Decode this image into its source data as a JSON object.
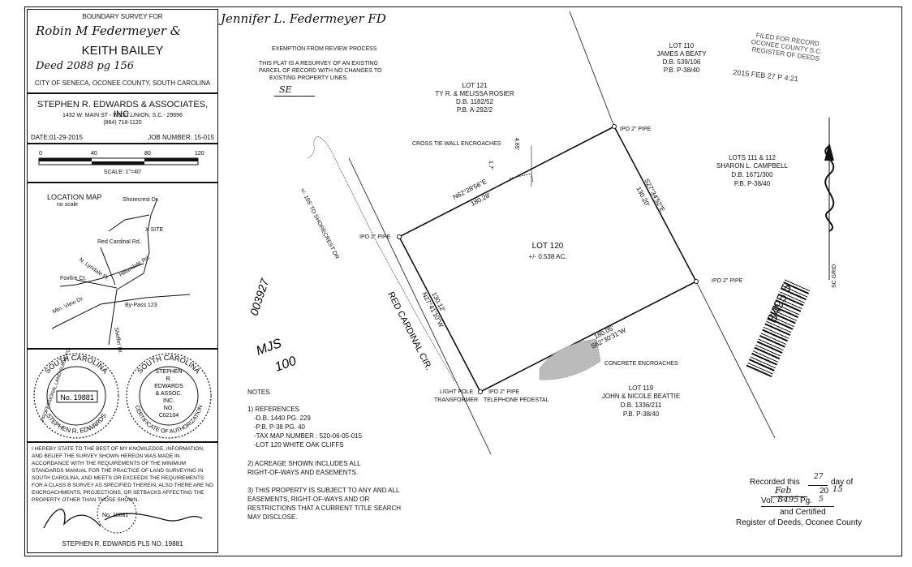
{
  "title_block": {
    "boundary_survey_for": "BOUNDARY SURVEY FOR",
    "name_handwritten": "Robin M Federmeyer &",
    "owner": "KEITH BAILEY",
    "deed_handwritten": "Deed 2088 pg 156",
    "location": "CITY OF SENECA, OCONEE COUNTY, SOUTH CAROLINA"
  },
  "firm": {
    "name": "STEPHEN R. EDWARDS & ASSOCIATES, INC.",
    "address": "1432 W. MAIN ST - WEST UNION, S.C.- 29696",
    "phone": "(864) 718-1120",
    "date": "DATE:01-29-2015",
    "job_number": "JOB NUMBER: 15-015"
  },
  "scale": {
    "ticks": [
      "0",
      "40",
      "80",
      "120"
    ],
    "label": "SCALE: 1\"=40'"
  },
  "location_map": {
    "title": "LOCATION MAP",
    "subtitle": "no scale",
    "labels": {
      "shorecrest": "Shorecrest Dr.",
      "site": "X SITE",
      "red_cardinal": "Red Cardinal Rd.",
      "lyndale": "N. Lyndale Pl.",
      "hillandale": "Hillandale Rd.",
      "foxfire": "Foxfire Ct.",
      "mtn_view": "Mtn. View Dr.",
      "bypass": "By-Pass 123",
      "sheffer": "Sheffer Dr."
    }
  },
  "seals": {
    "left": {
      "ring_top": "SOUTH CAROLINA",
      "ring_left": "PROFESSIONAL LAND SURVEYOR",
      "number": "No. 19881",
      "ring_bottom": "STEPHEN R. EDWARDS"
    },
    "right": {
      "ring_top": "SOUTH CAROLINA",
      "line1": "STEPHEN",
      "line2": "R.",
      "line3": "EDWARDS",
      "line4": "& ASSOC.",
      "line5": "INC.",
      "line6": "NO.",
      "line7": "C02104",
      "ring_bottom": "CERTIFICATE OF AUTHORIZATION"
    }
  },
  "certification": {
    "text": "I HEREBY STATE TO THE BEST OF MY KNOWLEDGE, INFORMATION, AND BELIEF THE SURVEY SHOWN HEREON WAS MADE IN ACCORDANCE WITH THE REQUIREMENTS OF THE MINIMUM STANDARDS MANUAL FOR THE PRACTICE OF LAND SURVEYING IN SOUTH CAROLINA, AND MEETS OR EXCEEDS THE REQUIREMENTS FOR A CLASS B SURVEY AS SPECIFIED THEREIN; ALSO THERE ARE NO ENCROACHMENTS, PROJECTIONS, OR SETBACKS AFFECTING THE PROPERTY OTHER THAN THOSE SHOWN.",
    "signer": "STEPHEN R. EDWARDS PLS NO. 19881",
    "stamp_no": "No. 19881"
  },
  "handwritten_header": "Jennifer L. Federmeyer FD",
  "exemption": {
    "title": "EXEMPTION FROM REVIEW PROCESS",
    "line1": "THIS PLAT IS A RESURVEY OF AN EXISTING",
    "line2": "PARCEL OF RECORD WITH NO CHANGES TO",
    "line3": "EXISTING PROPERTY LINES.",
    "initials": "SE"
  },
  "lots": {
    "lot110": {
      "lot": "LOT 110",
      "owner": "JAMES A BEATY",
      "db": "D.B. 539/106",
      "pb": "P.B. P-38/40"
    },
    "lot121": {
      "lot": "LOT 121",
      "owner": "TY R. & MELISSA ROSIER",
      "db": "D.B. 1182/52",
      "pb": "P.B. A-292/2"
    },
    "lot111": {
      "lot": "LOTS 111 & 112",
      "owner": "SHARON L. CAMPBELL",
      "db": "D.B. 1671/300",
      "pb": "P.B. P-38/40"
    },
    "lot120": {
      "lot": "LOT 120",
      "area": "+/- 0.538 AC."
    },
    "lot119": {
      "lot": "LOT 119",
      "owner": "JOHN & NICOLE BEATTIE",
      "db": "D.B. 1336/211",
      "pb": "P.B. P-38/40"
    }
  },
  "plat": {
    "ipo_top": "IPO 2\" PIPE",
    "ipo_left": "IPO 2\" PIPE",
    "ipo_right": "IPO 2\" PIPE",
    "ipo_bottom": "IPO 2\" PIPE",
    "cross_tie": "CROSS TIE WALL ENCROACHES",
    "dim_1_7": "1.7'",
    "dim_4_85": "4.85'",
    "bearing_north": "N62°28'56\"E",
    "dist_north": "180.28'",
    "bearing_east": "S27°34'52\"E",
    "dist_east": "130.20'",
    "bearing_south": "S62°30'31\"W",
    "dist_south": "180.05'",
    "bearing_west": "N27°41'10\"W",
    "dist_west": "130.12'",
    "road": "RED CARDINAL CIR.",
    "road_dist": "+/- 165' TO SHORECREST DR",
    "concrete": "CONCRETE ENCROACHES",
    "light_pole": "LIGHT POLE",
    "transformer": "TRANSFORMER",
    "telephone": "TELEPHONE PEDESTAL",
    "handwritten_number": "003927",
    "handwritten_mjs": "MJS",
    "handwritten_100": "100"
  },
  "notes": {
    "title": "NOTES",
    "n1": "1) REFERENCES",
    "r1": "-D.B. 1440 PG. 229",
    "r2": "-P.B. P-38 PG. 40",
    "r3": "-TAX MAP NUMBER : 520-06-05-015",
    "r4": "-LOT 120 WHITE OAK CLIFFS",
    "n2a": "2) ACREAGE SHOWN INCLUDES ALL",
    "n2b": "RIGHT-OF-WAYS AND EASEMENTS.",
    "n3a": "3) THIS PROPERTY IS SUBJECT TO ANY AND ALL",
    "n3b": "EASEMENTS, RIGHT-OF-WAYS AND OR",
    "n3c": "RESTRICTIONS THAT A CURRENT TITLE SEARCH",
    "n3d": "MAY DISCLOSE."
  },
  "filed_stamp": {
    "line1": "FILED FOR RECORD",
    "line2": "OCONEE COUNTY S.C.",
    "line3": "REGISTER OF DEEDS",
    "date": "2015 FEB 27 P 4:21"
  },
  "grid_label": "SC GRID",
  "barcode_text": "B495 5",
  "recording": {
    "recorded_this": "Recorded this",
    "day": "27",
    "day_of": "day of",
    "month": "Feb",
    "year_prefix": "20",
    "year": "15",
    "vol": "Vol.",
    "vol_hand": "B495",
    "pg": "Pg.",
    "pg_hand": "5",
    "certified": "and Certified",
    "register": "Register of Deeds, Oconee County"
  }
}
